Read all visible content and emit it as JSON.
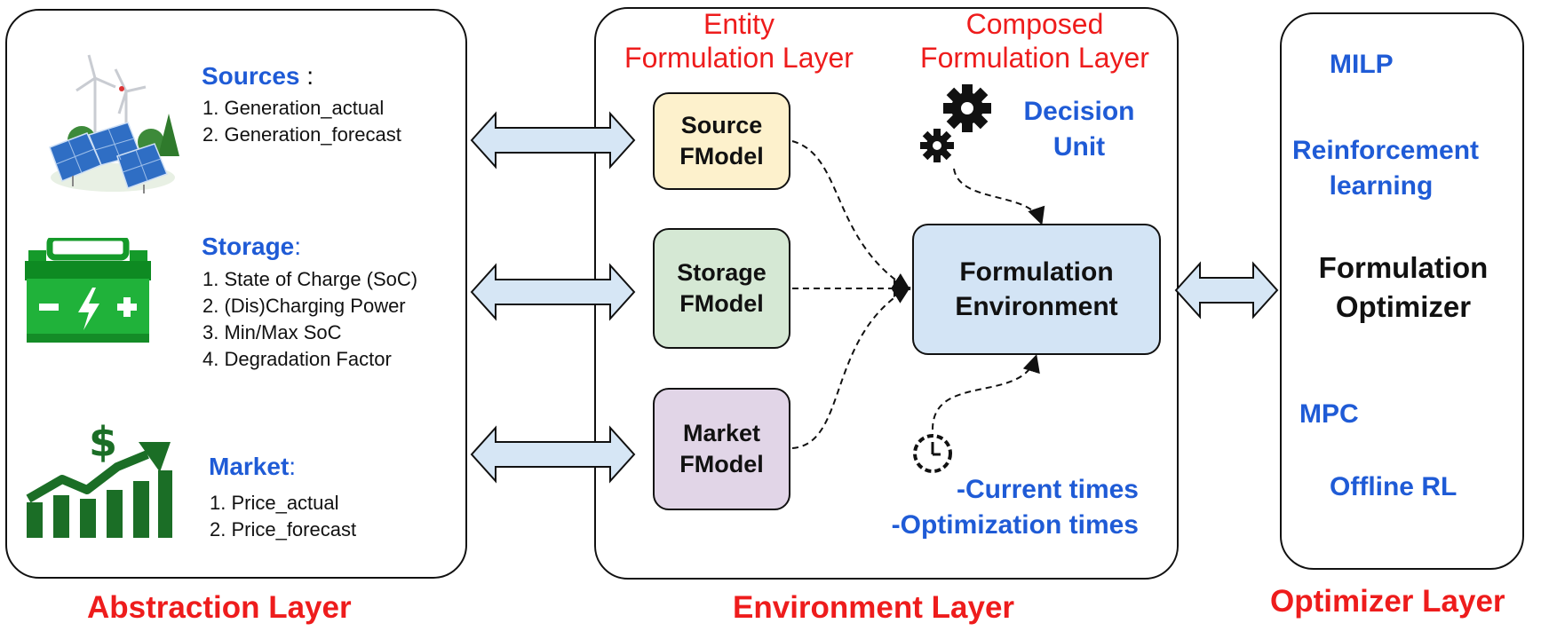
{
  "abstraction": {
    "footer": "Abstraction Layer",
    "sources": {
      "title": "Sources",
      "sep": " :",
      "items": [
        "1. Generation_actual",
        "2. Generation_forecast"
      ]
    },
    "storage": {
      "title": "Storage",
      "sep": ":",
      "items": [
        "1. State of Charge (SoC)",
        "2. (Dis)Charging Power",
        "3. Min/Max SoC",
        "4. Degradation Factor"
      ]
    },
    "market": {
      "title": "Market",
      "sep": ":",
      "items": [
        "1. Price_actual",
        "2. Price_forecast"
      ]
    }
  },
  "environment": {
    "footer": "Environment Layer",
    "entity_header": [
      "Entity",
      "Formulation Layer"
    ],
    "composed_header": [
      "Composed",
      "Formulation Layer"
    ],
    "source_model": [
      "Source",
      "FModel"
    ],
    "storage_model": [
      "Storage",
      "FModel"
    ],
    "market_model": [
      "Market",
      "FModel"
    ],
    "decision_unit": [
      "Decision",
      "Unit"
    ],
    "formulation_env": [
      "Formulation",
      "Environment"
    ],
    "times": [
      "-Current times",
      "-Optimization times"
    ]
  },
  "optimizer": {
    "footer": "Optimizer Layer",
    "milp": "MILP",
    "rl": [
      "Reinforcement",
      "learning"
    ],
    "main": [
      "Formulation",
      "Optimizer"
    ],
    "mpc": "MPC",
    "offline_rl": "Offline RL"
  },
  "colors": {
    "source_fill": "#fdf1cc",
    "storage_fill": "#d5e8d4",
    "market_fill": "#e1d5e7",
    "env_fill": "#d3e4f5",
    "arrow_fill": "#d6e6f5",
    "green_icon": "#1b6e26",
    "title_red": "#ee1c1c",
    "label_blue": "#1f5bd6"
  },
  "icons": [
    "solar-wind-farm-icon",
    "car-battery-icon",
    "market-growth-icon",
    "gears-icon",
    "clock-icon"
  ]
}
